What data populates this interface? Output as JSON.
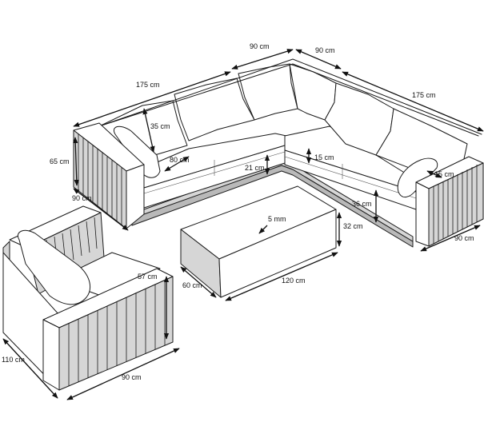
{
  "colors": {
    "line": "#1a1a1a",
    "background": "#ffffff",
    "side_fill": "#d6d6d6",
    "dark_fill": "#b9b9b9"
  },
  "dimensions": {
    "sofa_back_left_length": "175 cm",
    "corner_back_left": "90 cm",
    "corner_back_right": "90 cm",
    "sofa_back_right_length": "175 cm",
    "back_cushion_height": "35 cm",
    "left_arm_height": "65 cm",
    "seat_depth": "80 cm",
    "left_arm_depth": "90 cm",
    "seat_height": "21 cm",
    "seat_cushion_thickness": "15 cm",
    "armrest_width": "15 cm",
    "seat_base_height": "36 cm",
    "right_end_depth": "90 cm",
    "table_top_thickness": "5  mm",
    "table_height": "32 cm",
    "table_width": "60 cm",
    "table_length": "120 cm",
    "armchair_height": "57 cm",
    "armchair_depth": "110 cm",
    "armchair_width": "90 cm"
  }
}
